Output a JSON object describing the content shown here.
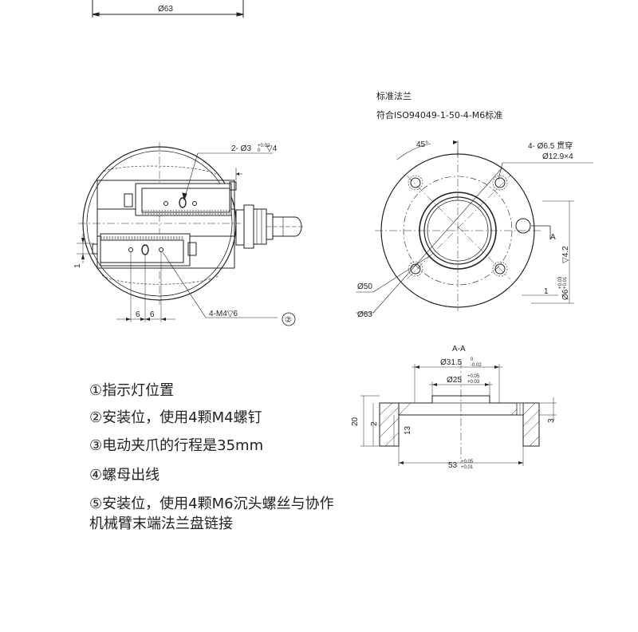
{
  "top_view": {
    "diameter": "Ø63"
  },
  "left_view": {
    "hole_callout": "2- Ø3",
    "hole_tol_upper": "+0.02",
    "hole_tol_lower": "0",
    "hole_depth": "▽4",
    "dim_left": "1",
    "dim_a": "6",
    "dim_b": "6",
    "screw_callout": "4-M4▽6",
    "item_marker": "②"
  },
  "flange_view": {
    "title": "标准法兰",
    "standard": "符合ISO94049-1-50-4-M6标准",
    "angle": "45°",
    "hole_callout": "4- Ø6.5 贯穿",
    "counterbore": "Ø12.9×4",
    "section_mark": "A",
    "dim_d50": "Ø50",
    "dim_d63": "Ø63",
    "dim_1": "1",
    "pin_hole": "Ø6",
    "pin_tol_upper": "+0.03",
    "pin_tol_lower": "+0.01",
    "pin_depth": "▽4.2"
  },
  "section_view": {
    "title": "A-A",
    "d31_5": "Ø31.5",
    "d31_5_tol_upper": "0",
    "d31_5_tol_lower": "-0.02",
    "d25": "Ø25",
    "d25_tol_upper": "+0.05",
    "d25_tol_lower": "+0.03",
    "h20": "20",
    "h2": "2",
    "h13": "13",
    "h3": "3",
    "w53": "53",
    "w53_tol_upper": "+0.05",
    "w53_tol_lower": "+0.01"
  },
  "notes": [
    "①指示灯位置",
    "②安装位，使用4颗M4螺钉",
    "③电动夹爪的行程是35mm",
    "④螺母出线",
    "⑤安装位，使用4颗M6沉头螺丝与协作",
    "机械臂末端法兰盘链接"
  ]
}
